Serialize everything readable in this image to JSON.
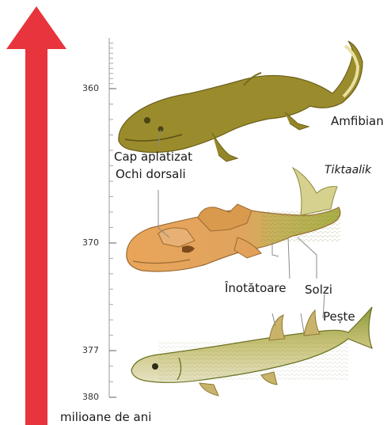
{
  "timeline": {
    "unit_label": "milioane de ani",
    "ticks": [
      {
        "value": 360,
        "label": "360"
      },
      {
        "value": 370,
        "label": "370"
      },
      {
        "value": 377,
        "label": "377"
      },
      {
        "value": 380,
        "label": "380"
      }
    ],
    "arrow_color": "#e8343c"
  },
  "organisms": {
    "amphibian": "Amfibian",
    "tiktaalik": "Tiktaalik",
    "fish": "Pește"
  },
  "features": {
    "head": "Cap aplatizat",
    "eyes": "Ochi dorsali",
    "fins": "Înotătoare",
    "scales": "Solzi"
  }
}
